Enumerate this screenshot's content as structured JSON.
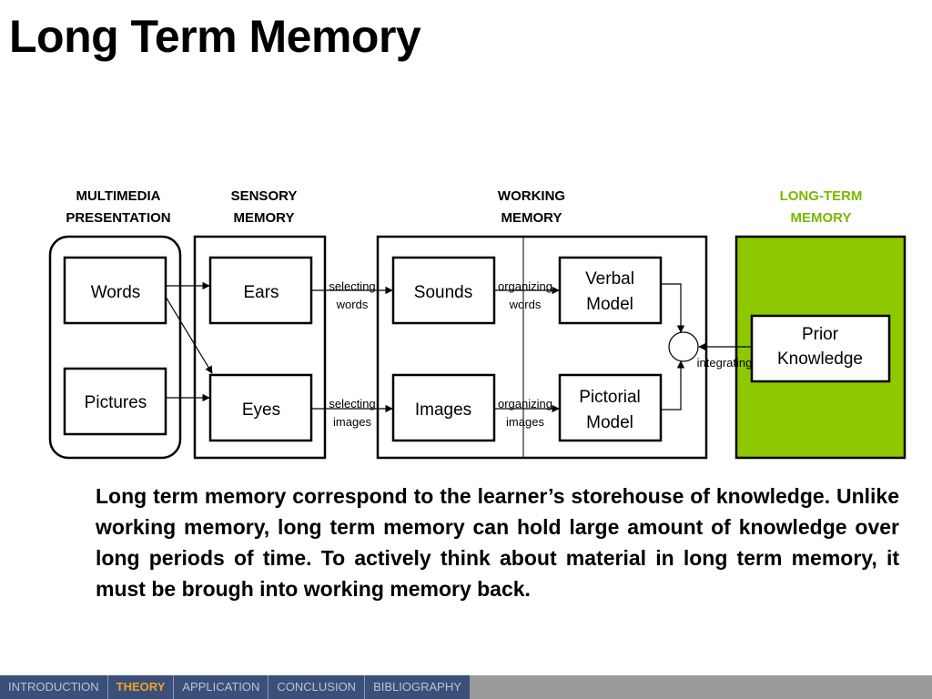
{
  "title": "Long Term Memory",
  "diagram": {
    "headers": {
      "multimedia_1": "MULTIMEDIA",
      "multimedia_2": "PRESENTATION",
      "sensory_1": "SENSORY",
      "sensory_2": "MEMORY",
      "working_1": "WORKING",
      "working_2": "MEMORY",
      "longterm_1": "LONG-TERM",
      "longterm_2": "MEMORY"
    },
    "boxes": {
      "words": "Words",
      "pictures": "Pictures",
      "ears": "Ears",
      "eyes": "Eyes",
      "sounds": "Sounds",
      "images": "Images",
      "verbal_1": "Verbal",
      "verbal_2": "Model",
      "pictorial_1": "Pictorial",
      "pictorial_2": "Model",
      "prior_1": "Prior",
      "prior_2": "Knowledge"
    },
    "labels": {
      "selecting_words_1": "selecting",
      "selecting_words_2": "words",
      "selecting_images_1": "selecting",
      "selecting_images_2": "images",
      "organizing_words_1": "organizing",
      "organizing_words_2": "words",
      "organizing_images_1": "organizing",
      "organizing_images_2": "images",
      "integrating": "integrating"
    },
    "colors": {
      "longterm_fill": "#8dc800",
      "longterm_header": "#7ab800"
    }
  },
  "paragraph": "Long term memory correspond to the learner’s storehouse of knowledge. Unlike working memory, long term memory can hold large amount of knowledge over long periods of time. To actively think about material in long term memory, it must be brough into working memory back.",
  "nav": {
    "items": [
      "INTRODUCTION",
      "THEORY",
      "APPLICATION",
      "CONCLUSION",
      "BIBLIOGRAPHY"
    ],
    "active": "THEORY"
  }
}
